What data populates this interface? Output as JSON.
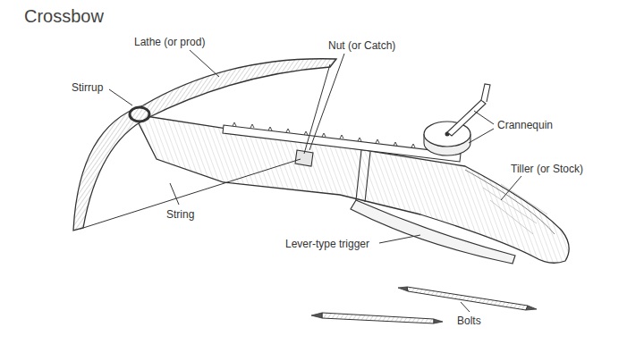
{
  "diagram": {
    "title": "Crossbow",
    "labels": [
      "Lathe (or prod)",
      "Stirrup",
      "Nut (or Catch)",
      "Crannequin",
      "Tiller (or Stock)",
      "String",
      "Lever-type trigger",
      "Bolts"
    ]
  }
}
